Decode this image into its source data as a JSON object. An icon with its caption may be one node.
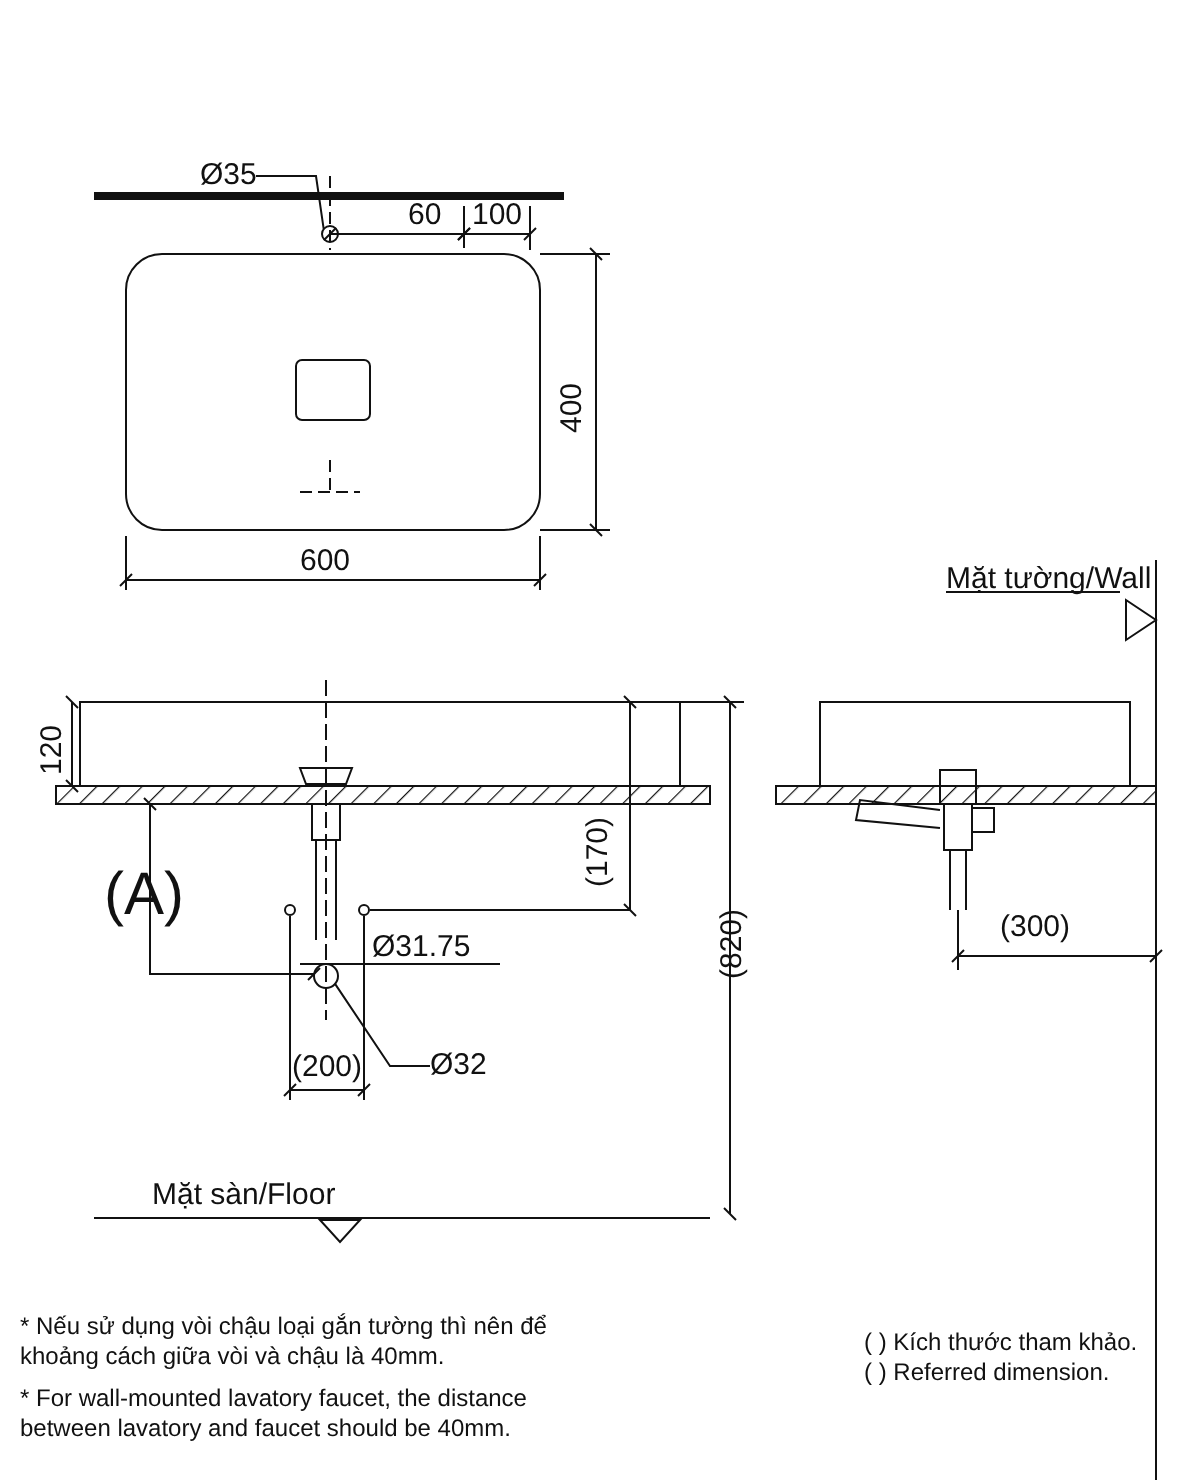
{
  "diagram": {
    "nodes": [
      {
        "text": [
          "Ø35"
        ]
      },
      {
        "text": [],
        "shape": "circle"
      },
      {
        "text": [
          "Ø32"
        ]
      },
      {
        "text": [],
        "shape": "circle"
      }
    ],
    "edges": [
      {
        "from": 0,
        "to": 1,
        "arrow": "none"
      },
      {
        "from": 2,
        "to": 3,
        "arrow": "none"
      }
    ],
    "labels": [
      "60",
      "100",
      "400",
      "600",
      "120",
      "(170)",
      "(A)",
      "Ø31.75",
      "(200)",
      "(820)",
      "Mặt tường/Wall",
      "(300)",
      "Mặt sàn/Floor",
      "* Nếu sử dụng vòi chậu loại gắn tường thì nên để khoảng cách giữa vòi và chậu là 40mm.",
      "* For wall-mounted lavatory faucet, the distance between lavatory and faucet should be 40mm.",
      "( ) Kích thước tham khảo.",
      "( ) Referred dimension."
    ]
  }
}
